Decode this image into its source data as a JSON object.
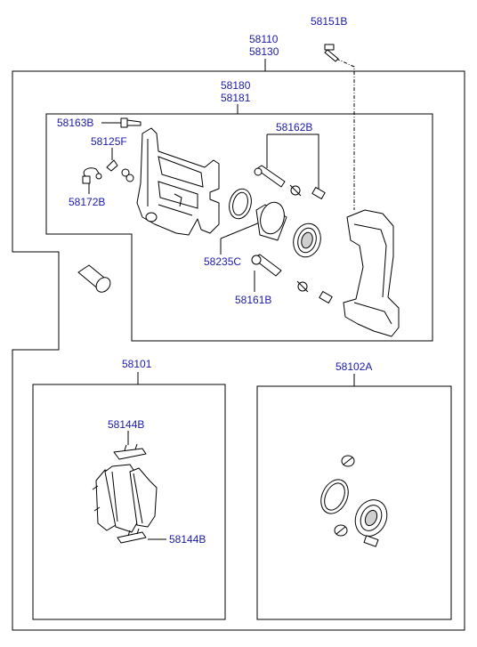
{
  "labels": {
    "p58151B": "58151B",
    "p58110": "58110",
    "p58130": "58130",
    "p58180": "58180",
    "p58181": "58181",
    "p58163B": "58163B",
    "p58162B": "58162B",
    "p58125F": "58125F",
    "p58172B": "58172B",
    "p58235C": "58235C",
    "p58161B": "58161B",
    "p58101": "58101",
    "p58102A": "58102A",
    "p58144B_top": "58144B",
    "p58144B_bottom": "58144B"
  },
  "colors": {
    "label": "#1a1aaa",
    "line": "#000000",
    "background": "#ffffff"
  }
}
